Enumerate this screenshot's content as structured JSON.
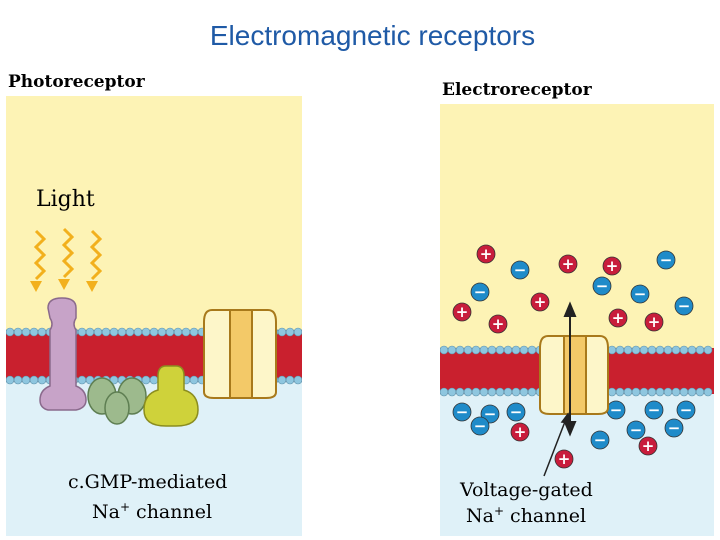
{
  "slide": {
    "title": "Electromagnetic receptors"
  },
  "photoreceptor": {
    "heading": "Photoreceptor",
    "stimulus_label": "Light",
    "caption_line1": "c.GMP-mediated",
    "caption_line2_main": "Na",
    "caption_line2_sup": "+",
    "caption_line2_rest": " channel"
  },
  "electroreceptor": {
    "heading": "Electroreceptor",
    "caption_line1": "Voltage-gated",
    "caption_line2_main": "Na",
    "caption_line2_sup": "+",
    "caption_line2_rest": " channel",
    "plus_symbol": "+",
    "minus_symbol": "−"
  },
  "colors": {
    "title": "#1f5aa6",
    "extracellular": "#fdf3b5",
    "cytoplasm": "#dff1f8",
    "membrane_core": "#c9202e",
    "lipid_head": "#8ec6df",
    "positive_ion": "#c81d3c",
    "negative_ion": "#1f8bc9",
    "light_arrow": "#f2b01d",
    "rhodopsin": "#c7a3c8",
    "g_protein": "#9dba8d",
    "effector": "#cfd23a",
    "channel": "#f3c968"
  }
}
